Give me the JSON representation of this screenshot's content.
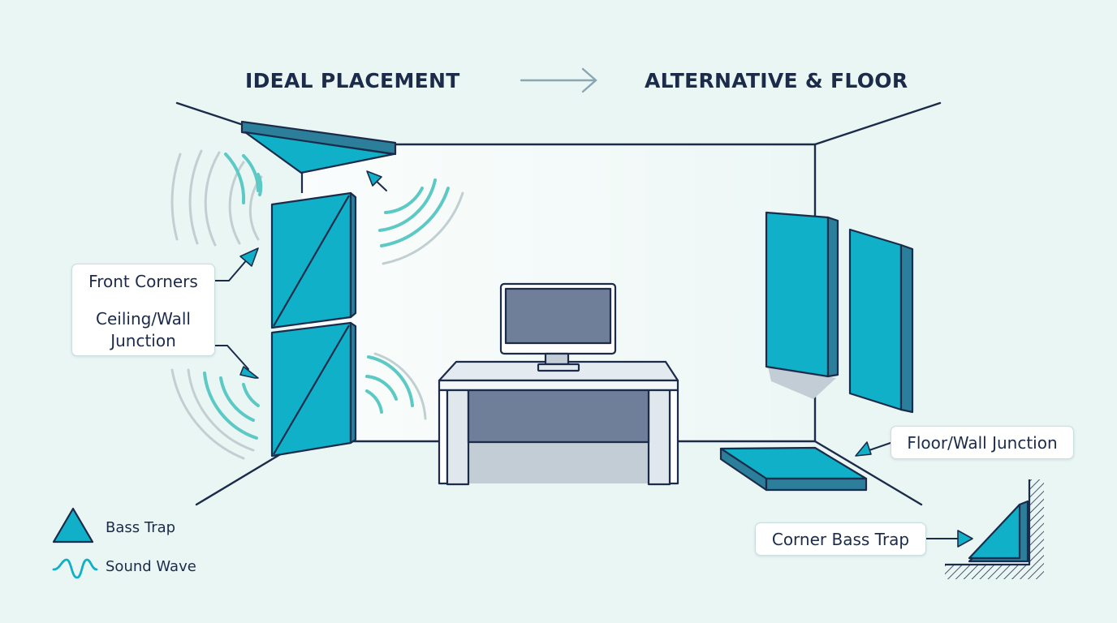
{
  "headings": {
    "left": "IDEAL PLACEMENT",
    "right": "ALTERNATIVE & FLOOR"
  },
  "callouts": {
    "front_corners": "Front Corners",
    "ceiling_wall_line1": "Ceiling/Wall",
    "ceiling_wall_line2": "Junction",
    "floor_wall": "Floor/Wall Junction",
    "corner_bass_trap": "Corner Bass Trap"
  },
  "legend": {
    "bass_trap": "Bass Trap",
    "sound_wave": "Sound Wave"
  },
  "icons": {
    "bass_trap": "triangle-icon",
    "sound_wave": "wave-icon",
    "arrow": "arrow-right-icon"
  },
  "colors": {
    "panel": "#0fb0c8",
    "panel_dark": "#2b7f9a",
    "outline": "#1b2b49",
    "wave": "#5cc9c5",
    "wave_faint": "#c2cfd2",
    "monitor_screen": "#6f7f99",
    "background": "#eaf6f4"
  }
}
